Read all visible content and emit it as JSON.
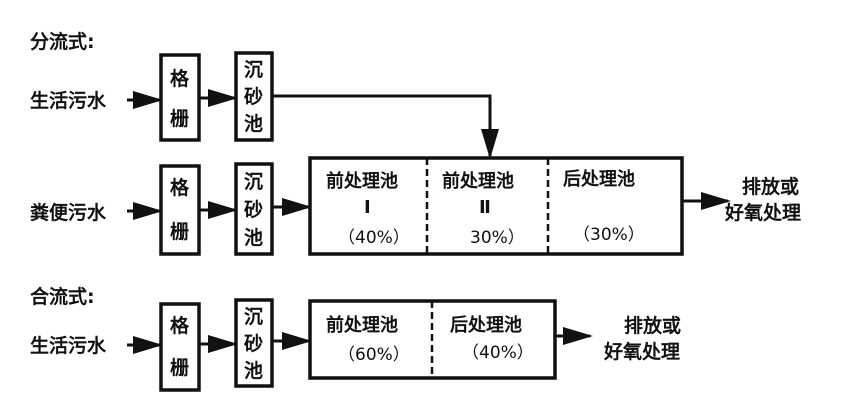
{
  "separate": {
    "title": "分流式:",
    "domestic_label": "生活污水",
    "fecal_label": "粪便污水",
    "screen": [
      "格",
      "栅"
    ],
    "grit": [
      "沉",
      "砂",
      "池"
    ],
    "pre1": {
      "name": "前处理池",
      "num": "Ⅰ",
      "pct": "（40%）"
    },
    "pre2": {
      "name": "前处理池",
      "num": "Ⅱ",
      "pct": "30%）"
    },
    "post": {
      "name": "后处理池",
      "pct": "（30%）"
    },
    "outlet": [
      "排放或",
      "好氧处理"
    ]
  },
  "combined": {
    "title": "合流式:",
    "domestic_label": "生活污水",
    "screen": [
      "格",
      "栅"
    ],
    "grit": [
      "沉",
      "砂",
      "池"
    ],
    "pre": {
      "name": "前处理池",
      "pct": "（60%）"
    },
    "post": {
      "name": "后处理池",
      "pct": "（40%）"
    },
    "outlet": [
      "排放或",
      "好氧处理"
    ]
  }
}
